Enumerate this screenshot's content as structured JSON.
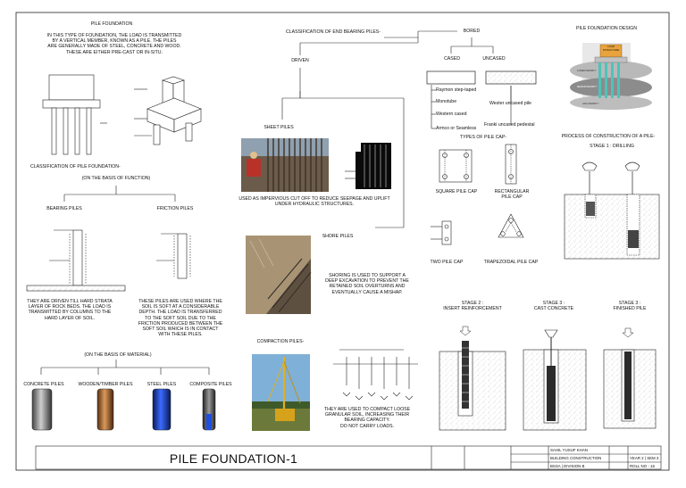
{
  "pile_foundation": {
    "title": "PILE FOUNDATION",
    "intro": "IN THIS TYPE OF FOUNDATION, THE LOAD IS TRANSMITTED\nBY A VERTICAL MEMBER, KNOWN AS A PILE. THE PILES\nARE GENERALLY MADE OF STEEL, CONCRETE AND WOOD.\nTHESE ARE EITHER PRE-CAST OR IN-SITU.",
    "classification_heading": "CLASSIFICATION OF PILE FOUNDATION-",
    "basis_function": "(ON THE BASIS OF FUNCTION)",
    "bearing_piles": "BEARING PILES",
    "friction_piles": "FRICTION PILES",
    "bearing_desc": "THEY ARE DRIVEN TILL HARD STRATA\nLAYER OF ROCK BEDS. THE LOAD IS\nTRANSMITTED BY COLUMNS TO THE\nHARD LAYER OF SOIL.",
    "friction_desc": "THESE PILES ARE USED WHERE THE\nSOIL IS SOFT AT A CONSIDERABLE\nDEPTH. THE LOAD IS TRANSFERRED\nTO THE SOFT SOIL DUE TO THE\nFRICTION PRODUCED BETWEEN THE\nSOFT SOIL WHICH IS IN CONTACT\nWITH THESE PILES.",
    "basis_material": "(ON THE BASIS OF MATERIAL)",
    "materials": [
      "CONCRETE PILES",
      "WOODEN/TIMBER PILES",
      "STEEL PILES",
      "COMPOSITE PILES"
    ]
  },
  "end_bearing": {
    "heading": "CLASSIFICATION OF END BEARING PILES-",
    "driven": "DRIVEN",
    "bored": "BORED",
    "cased": "CASED",
    "uncased": "UNCASED",
    "cased_types": [
      "Raymon step-taped",
      "Monotube",
      "Western cased",
      "Armco or Seamless"
    ],
    "uncased_types": [
      "Wester uncased pile",
      "Franki uncased pedestal"
    ]
  },
  "sheet_piles": {
    "heading": "SHEET PILES",
    "desc": "USED AS IMPERVIOUS CUT OFF TO REDUCE SEEPAGE AND UPLIFT\nUNDER HYDRAULIC STRUCTURES."
  },
  "shore_piles": {
    "heading": "SHORE PILES",
    "desc": "SHORING IS USED TO SUPPORT A\nDEEP EXCAVATION TO PREVENT THE\nRETAINED SOIL OVERTURNS AND\nEVENTUALLY CAUSE A MISHAP."
  },
  "compaction_piles": {
    "heading": "COMPACTION PILES-",
    "desc": "THEY ARE USED TO COMPACT LOOSE\nGRANULAR SOIL, INCREASING THEIR\nBEARING CAPACITY.\nDO NOT CARRY LOADS."
  },
  "pile_caps": {
    "heading": "TYPES OF PILE CAP-",
    "square": "SQUARE PILE CAP",
    "rectangular": "RECTANGULAR\nPILE CAP",
    "two": "TWO PILE CAP",
    "trapezoidal": "TRAPEZOIDAL PILE CAP"
  },
  "design": {
    "heading": "PILE FOUNDATION DESIGN",
    "load_label": "LOAD\nSTRUCTURE"
  },
  "construction": {
    "heading": "PROCESS OF CONSTRUCTION OF A PILE-",
    "stage1": "STAGE 1 : DRILLING",
    "stage2": "STAGE 2 :\nINSERT REINFORCEMENT",
    "stage3a": "STAGE 3 :\nCAST CONCRETE",
    "stage3b": "STAGE 3 :\nFINISHED PILE"
  },
  "title_block": {
    "sheet_title": "PILE FOUNDATION-1",
    "name": "SAHIL YUSUF KHAN",
    "subject": "BUILDING CONSTRUCTION",
    "division": "BSSA | DIVISION B",
    "year": "YEAR 2 | SEM 3",
    "roll": "ROLL NO - 16"
  },
  "colors": {
    "accent_teal": "#4fc3b8",
    "load_orange": "#e8a33c",
    "steel_blue": "#1d3fb0",
    "timber_brown": "#9a5a2a"
  }
}
